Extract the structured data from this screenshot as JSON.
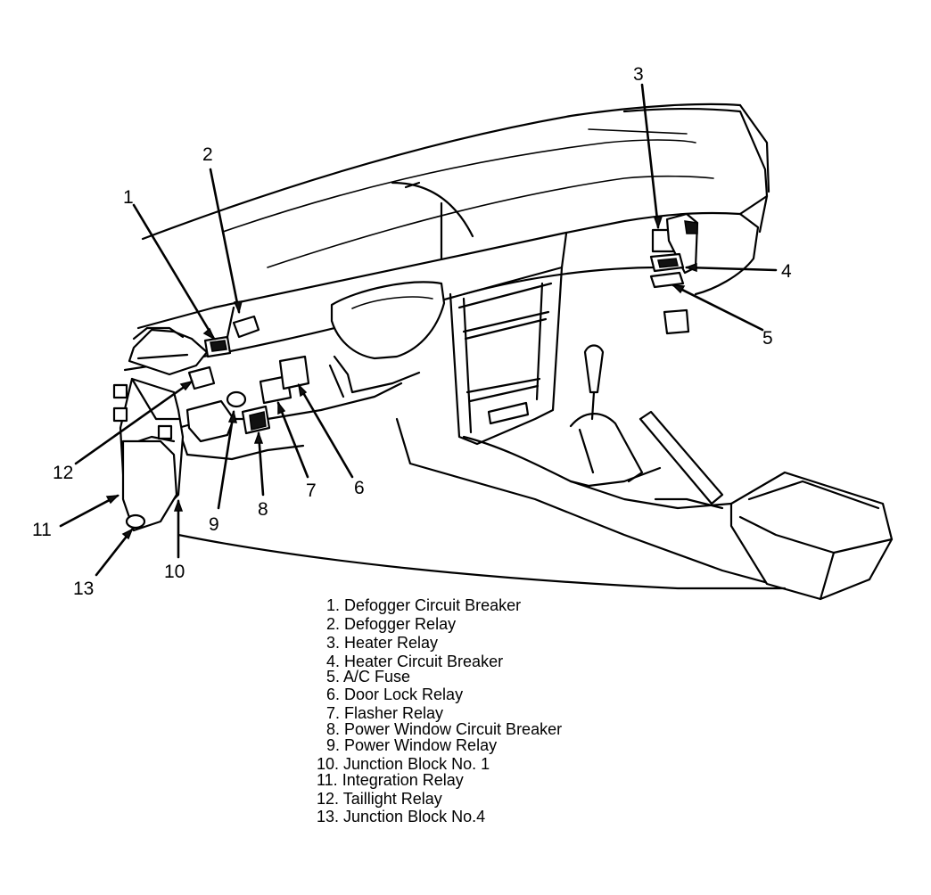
{
  "callouts": [
    {
      "id": 1,
      "label": "1"
    },
    {
      "id": 2,
      "label": "2"
    },
    {
      "id": 3,
      "label": "3"
    },
    {
      "id": 4,
      "label": "4"
    },
    {
      "id": 5,
      "label": "5"
    },
    {
      "id": 6,
      "label": "6"
    },
    {
      "id": 7,
      "label": "7"
    },
    {
      "id": 8,
      "label": "8"
    },
    {
      "id": 9,
      "label": "9"
    },
    {
      "id": 10,
      "label": "10"
    },
    {
      "id": 11,
      "label": "11"
    },
    {
      "id": 12,
      "label": "12"
    },
    {
      "id": 13,
      "label": "13"
    }
  ],
  "legend": [
    "1. Defogger Circuit Breaker",
    "2. Defogger Relay",
    "3. Heater Relay",
    "4. Heater Circuit Breaker",
    "5. A/C Fuse",
    "6. Door Lock Relay",
    "7. Flasher Relay",
    "8. Power Window Circuit Breaker",
    "9. Power Window Relay",
    "10. Junction Block No. 1",
    "11. Integration Relay",
    "12. Taillight Relay",
    "13. Junction Block No.4"
  ]
}
